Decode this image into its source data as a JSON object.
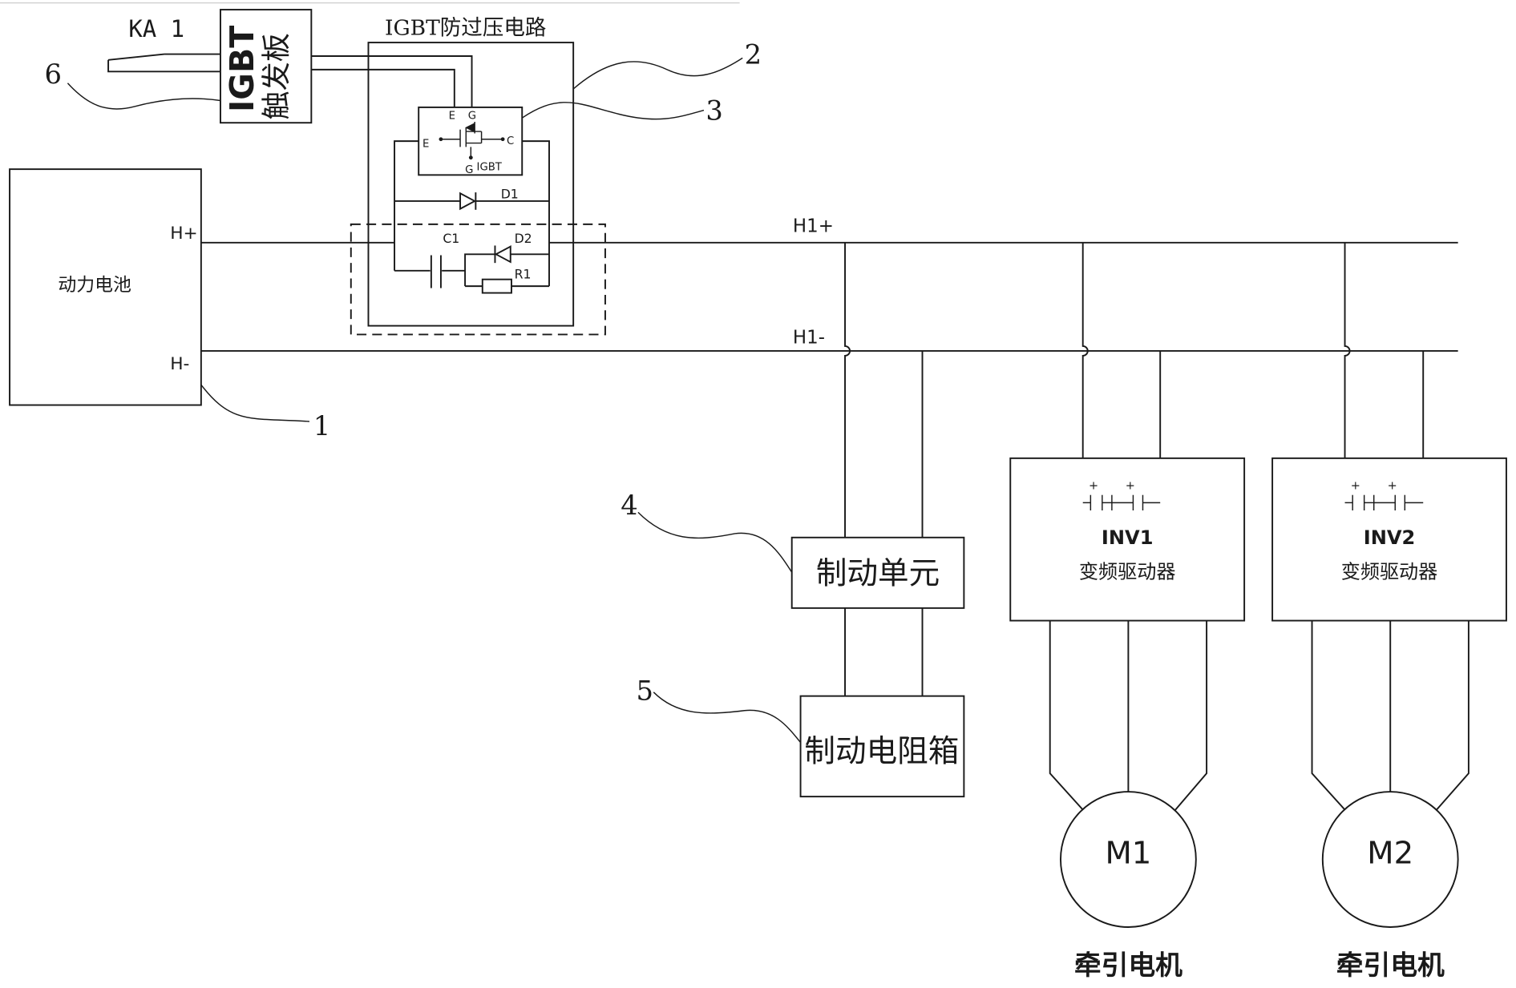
{
  "switch": {
    "label": "KA 1"
  },
  "trigger_board": {
    "title": "IGBT",
    "subtitle": "触发板"
  },
  "protection_circuit": {
    "title": "IGBT防过压电路",
    "igbt_module": {
      "e_top": "E",
      "g_top": "G",
      "e_left": "E",
      "c_right": "C",
      "g_bottom": "G",
      "name": "IGBT"
    },
    "d1": "D1",
    "c1": "C1",
    "d2": "D2",
    "r1": "R1"
  },
  "battery": {
    "name": "动力电池",
    "pos": "H+",
    "neg": "H-"
  },
  "bus": {
    "pos": "H1+",
    "neg": "H1-"
  },
  "brake_unit": {
    "name": "制动单元"
  },
  "brake_resistor": {
    "name": "制动电阻箱"
  },
  "inverters": [
    {
      "id": "INV1",
      "name": "变频驱动器",
      "plus": "+"
    },
    {
      "id": "INV2",
      "name": "变频驱动器",
      "plus": "+"
    }
  ],
  "motors": [
    {
      "id": "M1",
      "caption": "牵引电机"
    },
    {
      "id": "M2",
      "caption": "牵引电机"
    }
  ],
  "callouts": [
    "1",
    "2",
    "3",
    "4",
    "5",
    "6"
  ]
}
